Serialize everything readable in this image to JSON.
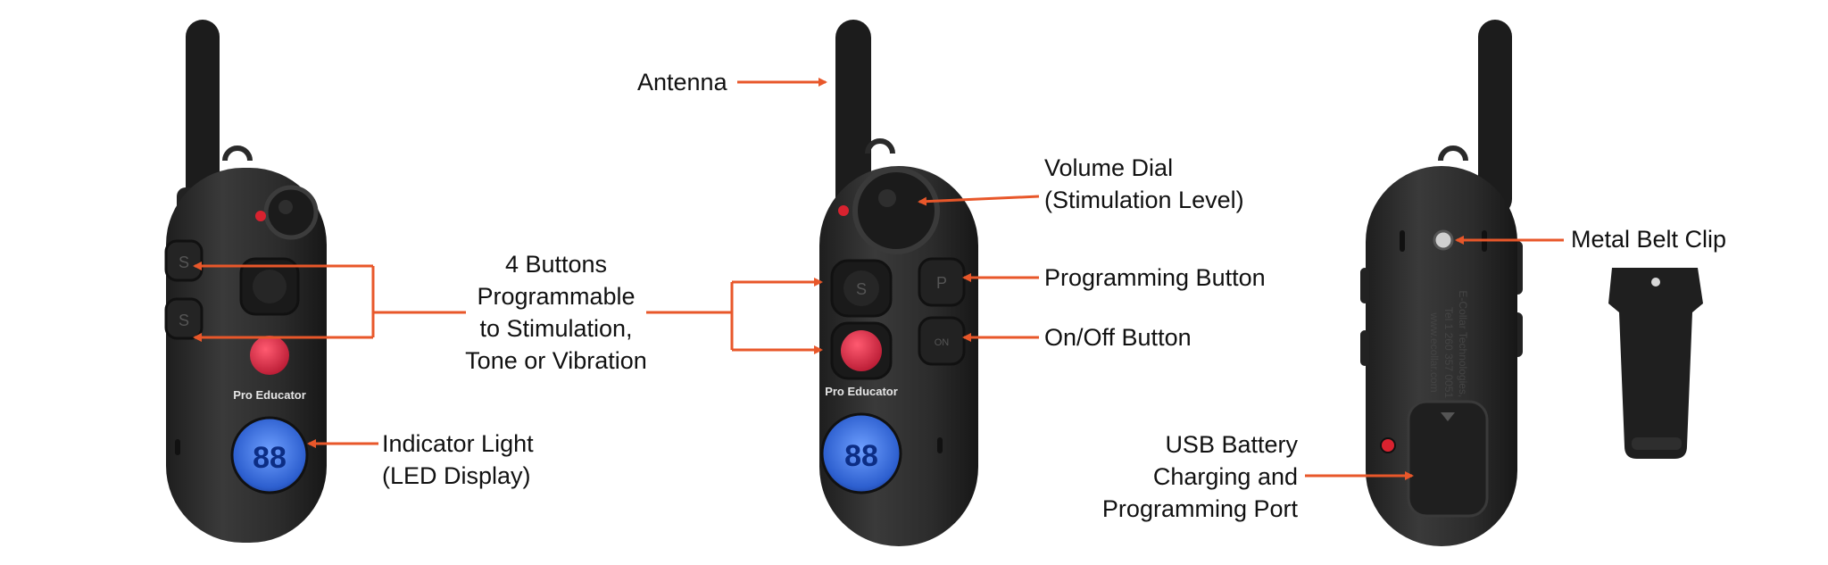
{
  "diagram": {
    "arrow_color": "#E8572A",
    "device_color": "#2b2b2b",
    "button_red": "#d92a44",
    "display_blue": "#3b6fd6",
    "device_brand": "Pro Educator",
    "display_digits": "88",
    "back_text": [
      "E-Collar Technologies, Inc",
      "Tel 1 260 357 0051",
      "www.ecollar.com"
    ]
  },
  "labels": {
    "antenna": "Antenna",
    "volume_dial": [
      "Volume Dial",
      "(Stimulation Level)"
    ],
    "four_buttons": [
      "4 Buttons",
      "Programmable",
      "to Stimulation,",
      "Tone or Vibration"
    ],
    "programming_button": "Programming Button",
    "on_off_button": "On/Off Button",
    "indicator_light": [
      "Indicator Light",
      "(LED Display)"
    ],
    "metal_belt_clip": "Metal Belt Clip",
    "usb_port": [
      "USB Battery",
      "Charging and",
      "Programming Port"
    ]
  }
}
